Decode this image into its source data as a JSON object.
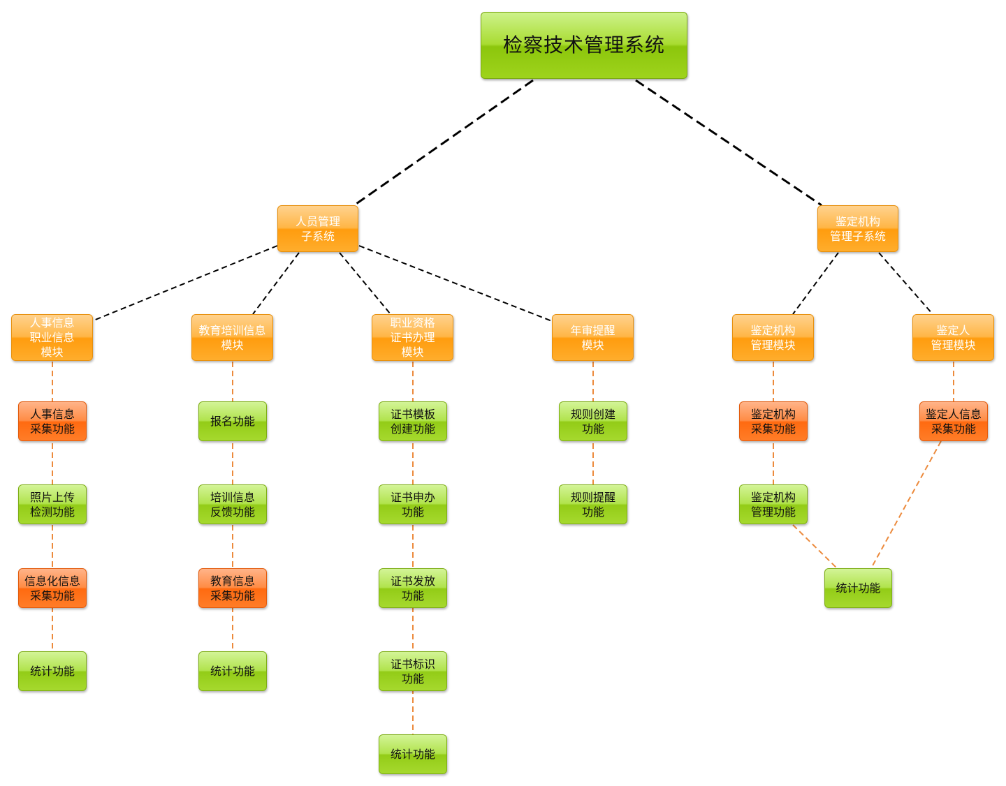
{
  "root": {
    "label": "检察技术管理系统"
  },
  "subsystems": {
    "personnel": "人员管理\n子系统",
    "appraisal": "鉴定机构\n管理子系统"
  },
  "modules": {
    "hr_info": "人事信息\n职业信息\n模块",
    "education": "教育培训信息\n模块",
    "certificate": "职业资格\n证书办理\n模块",
    "annual": "年审提醒\n模块",
    "institution": "鉴定机构\n管理模块",
    "appraiser": "鉴定人\n管理模块"
  },
  "functions": {
    "hr_collect": "人事信息\n采集功能",
    "photo_upload": "照片上传\n检测功能",
    "info_collect": "信息化信息\n采集功能",
    "hr_stats": "统计功能",
    "signup": "报名功能",
    "training_feedback": "培训信息\n反馈功能",
    "edu_collect": "教育信息\n采集功能",
    "edu_stats": "统计功能",
    "cert_template": "证书模板\n创建功能",
    "cert_apply": "证书申办\n功能",
    "cert_issue": "证书发放\n功能",
    "cert_mark": "证书标识\n功能",
    "cert_stats": "统计功能",
    "rule_create": "规则创建\n功能",
    "rule_remind": "规则提醒\n功能",
    "inst_collect": "鉴定机构\n采集功能",
    "inst_manage": "鉴定机构\n管理功能",
    "appraiser_collect": "鉴定人信息\n采集功能",
    "appraisal_stats": "统计功能"
  },
  "colors": {
    "root": "#9ed31c",
    "subsystem": "#ffa31e",
    "module": "#ffa31e",
    "function_green": "#a6d92e",
    "function_orange": "#ff7d28",
    "connector_black": "#000000",
    "connector_orange": "#ec8a3c"
  }
}
